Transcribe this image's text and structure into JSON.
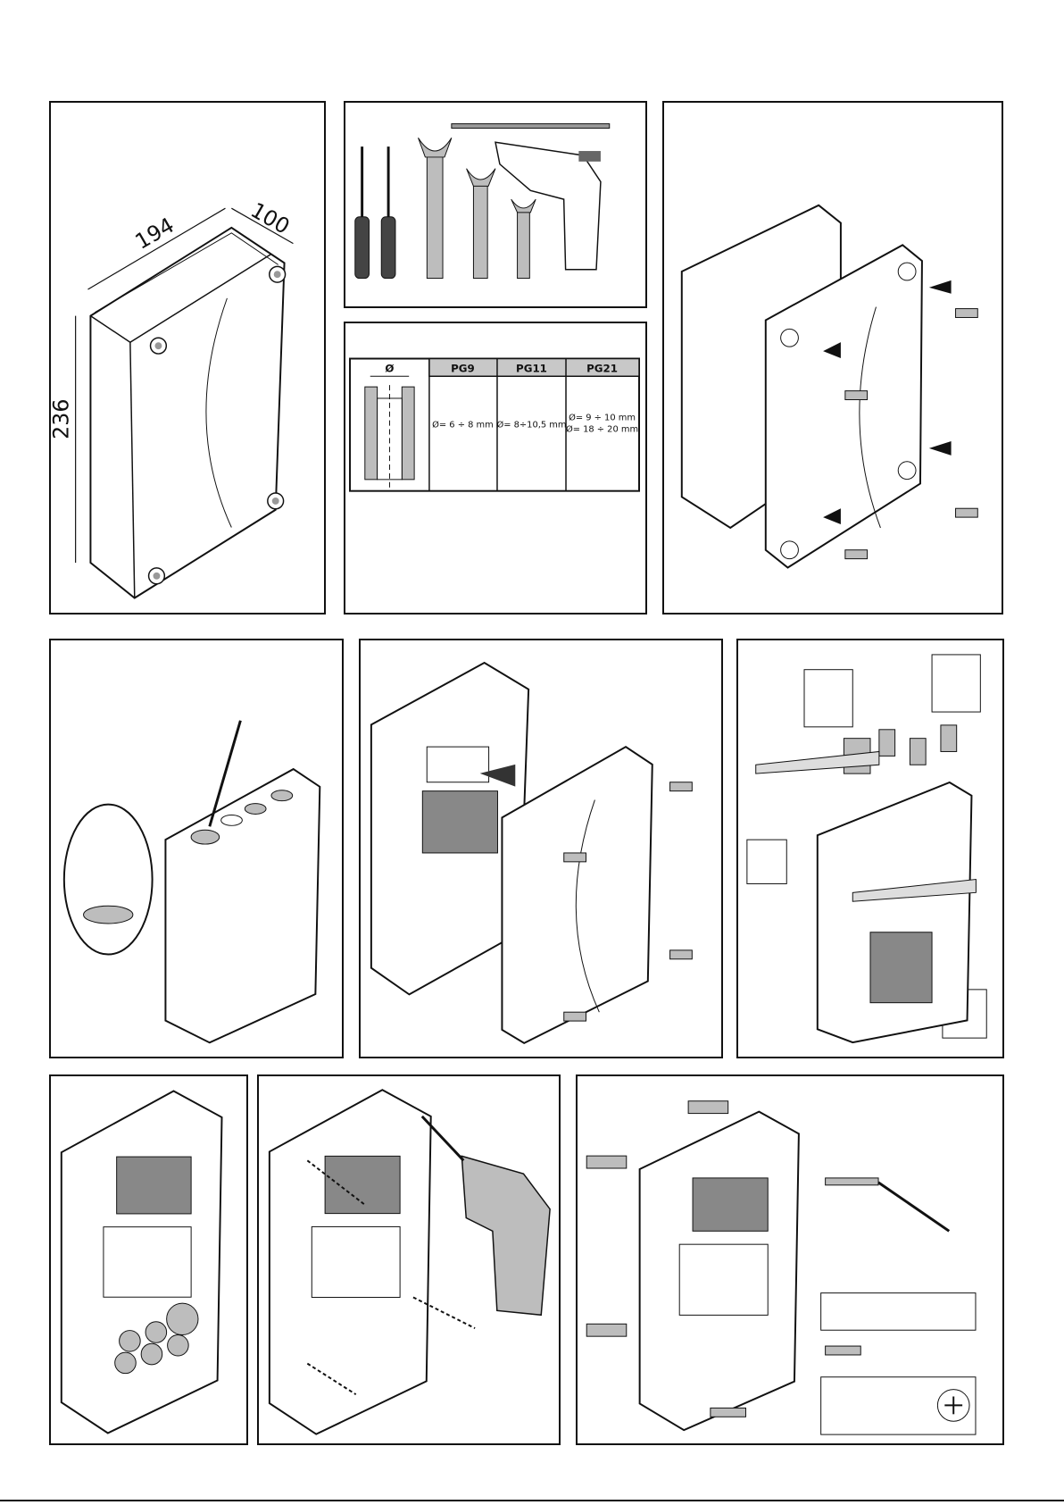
{
  "dimensions": {
    "width": "194",
    "depth": "100",
    "height": "236"
  },
  "gland_table": {
    "symbol": "Ø",
    "headers": [
      "PG9",
      "PG11",
      "PG21"
    ],
    "cells": [
      [
        "Ø= 6 ÷ 8 mm"
      ],
      [
        "Ø= 8÷10,5 mm"
      ],
      [
        "Ø= 9 ÷ 10 mm",
        "Ø= 18 ÷ 20 mm"
      ]
    ]
  },
  "colors": {
    "stroke": "#111111",
    "fill_grey": "#bdbdbd",
    "panel_bg": "#ffffff",
    "header_grey": "#c8c8c8"
  },
  "icons": [
    "screwdriver-icon",
    "spanner-icon",
    "drill-icon",
    "drill-bit-icon",
    "screw-icon",
    "wall-plug-icon",
    "cable-gland-icon"
  ]
}
